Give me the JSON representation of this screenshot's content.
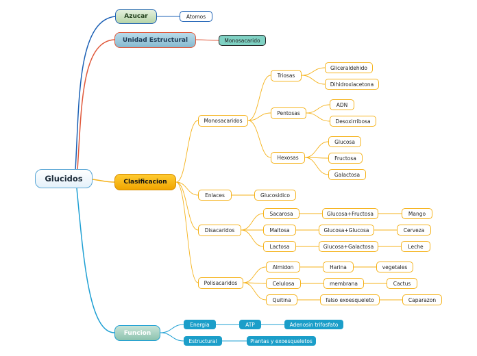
{
  "mindmap": {
    "root": "Glucidos",
    "azucar": {
      "label": "Azucar",
      "child": "Atomos"
    },
    "unidad": {
      "label": "Unidad Estructural",
      "child": "Monosacarido"
    },
    "clasificacion": {
      "label": "Clasificacion",
      "monosacaridos": {
        "label": "Monosacaridos",
        "triosas": {
          "label": "Triosas",
          "items": [
            "Gliceraldehido",
            "Dihidroxiacetona"
          ]
        },
        "pentosas": {
          "label": "Pentosas",
          "items": [
            "ADN",
            "Desoxirribosa"
          ]
        },
        "hexosas": {
          "label": "Hexosas",
          "items": [
            "Glucosa",
            "Fructosa",
            "Galactosa"
          ]
        }
      },
      "enlaces": {
        "label": "Enlaces",
        "child": "Glucosidico"
      },
      "disacaridos": {
        "label": "Disacaridos",
        "items": [
          {
            "name": "Sacarosa",
            "composition": "Glucosa+Fructosa",
            "source": "Mango"
          },
          {
            "name": "Maltosa",
            "composition": "Glucosa+Glucosa",
            "source": "Cerveza"
          },
          {
            "name": "Lactosa",
            "composition": "Glucosa+Galactosa",
            "source": "Leche"
          }
        ]
      },
      "polisacaridos": {
        "label": "Polisacaridos",
        "items": [
          {
            "name": "Almidon",
            "detail": "Harina",
            "source": "vegetales"
          },
          {
            "name": "Celulosa",
            "detail": "membrana",
            "source": "Cactus"
          },
          {
            "name": "Quitina",
            "detail": "falso exoesqueleto",
            "source": "Caparazon"
          }
        ]
      }
    },
    "funcion": {
      "label": "Funcion",
      "energia": {
        "label": "Energia",
        "child": "ATP",
        "grandchild": "Adenosin trifosfato"
      },
      "estructural": {
        "label": "Estructural",
        "child": "Plantas y exoesqueletos"
      }
    }
  },
  "colors": {
    "azucar_branch": "#1a5fb4",
    "unidad_branch": "#e0583a",
    "clasificacion_branch": "#f5b21a",
    "funcion_branch": "#1d9fd3",
    "funcion_leaf": "#1b9ec9",
    "monosacarido_fill": "#7fd1c3"
  }
}
